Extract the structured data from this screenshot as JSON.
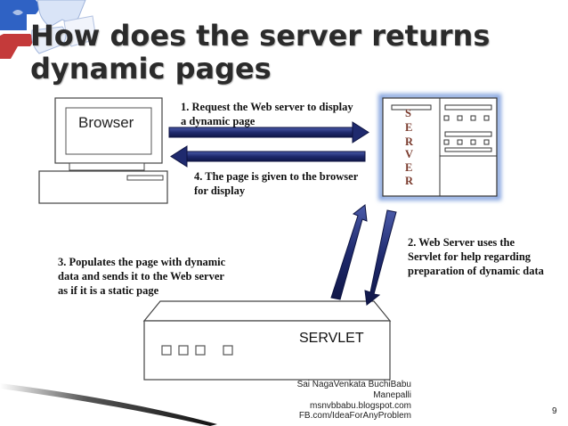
{
  "slide": {
    "title_line1": "How does the server returns",
    "title_line2": "dynamic pages",
    "page_number": "9"
  },
  "browser": {
    "label": "Browser"
  },
  "server": {
    "letters": [
      "S",
      "E",
      "R",
      "V",
      "E",
      "R"
    ]
  },
  "servlet": {
    "label": "SERVLET"
  },
  "steps": {
    "step1": [
      "1. Request the Web server to display",
      "a dynamic page"
    ],
    "step2": [
      "2.  Web Server uses the",
      "Servlet for help regarding",
      "preparation of dynamic data"
    ],
    "step3": [
      "3. Populates the page with dynamic",
      "data and sends it to the Web server",
      "as if it is a static page"
    ],
    "step4": [
      "4. The page is given to the browser",
      "for display"
    ]
  },
  "credit": {
    "lines": [
      "Sai NagaVenkata BuchiBabu",
      "Manepalli",
      "msnvbbabu.blogspot.com",
      "FB.com/IdeaForAnyProblem"
    ]
  },
  "colors": {
    "arrow": "#1f2a6e",
    "server_glow": "#8aa8e0",
    "puzzle": "#2f62c4"
  },
  "icons": {
    "corner": "puzzle-pieces-icon"
  }
}
